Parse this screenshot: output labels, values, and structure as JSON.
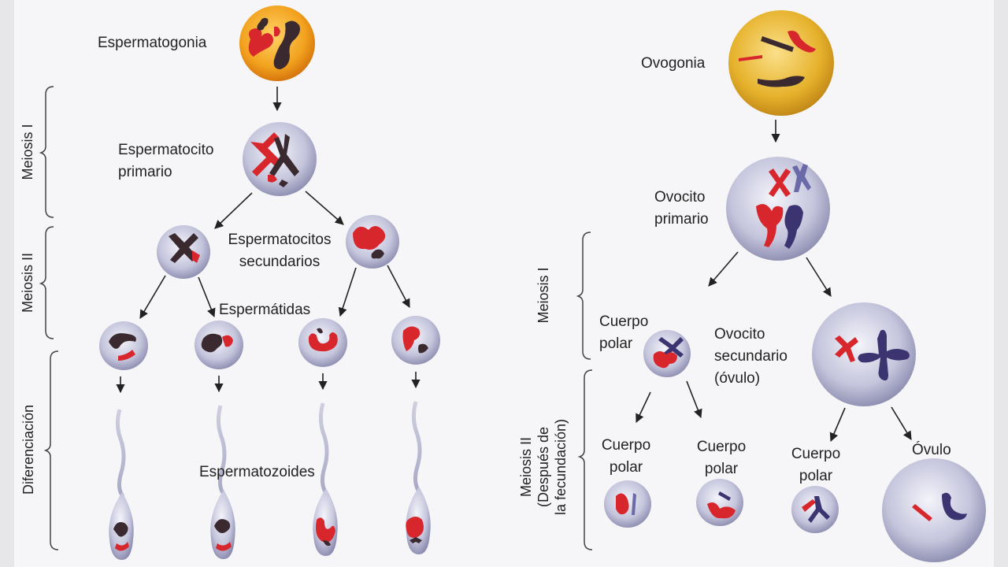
{
  "male": {
    "espermatogonia": "Espermatogonia",
    "espermatocito_primario": [
      "Espermatocito",
      "primario"
    ],
    "espermatocitos_secundarios": [
      "Espermatocitos",
      "secundarios"
    ],
    "espermatidas": "Espermátidas",
    "espermatozoides": "Espermatozoides",
    "stage_meiosis1": "Meiosis I",
    "stage_meiosis2": "Meiosis II",
    "stage_diferenciacion": "Diferenciación"
  },
  "female": {
    "ovogonia": "Ovogonia",
    "ovocito_primario": [
      "Ovocito",
      "primario"
    ],
    "cuerpo_polar": [
      "Cuerpo",
      "polar"
    ],
    "ovocito_secundario": [
      "Ovocito",
      "secundario",
      "(óvulo)"
    ],
    "cuerpo_polar_a": [
      "Cuerpo",
      "polar"
    ],
    "cuerpo_polar_b": [
      "Cuerpo",
      "polar"
    ],
    "cuerpo_polar_c": [
      "Cuerpo",
      "polar"
    ],
    "ovulo": "Óvulo",
    "stage_meiosis1": "Meiosis I",
    "stage_meiosis2": [
      "Meiosis II",
      "(Después de",
      "la fecundación)"
    ]
  },
  "colors": {
    "orange_cell": "#f2a21e",
    "yellow_cell": "#e6b22c",
    "lilac_cell": "#b8b8d6",
    "chromosome_red": "#d7262c",
    "chromosome_dark": "#3a2a30",
    "chromosome_blue": "#3c3470"
  }
}
